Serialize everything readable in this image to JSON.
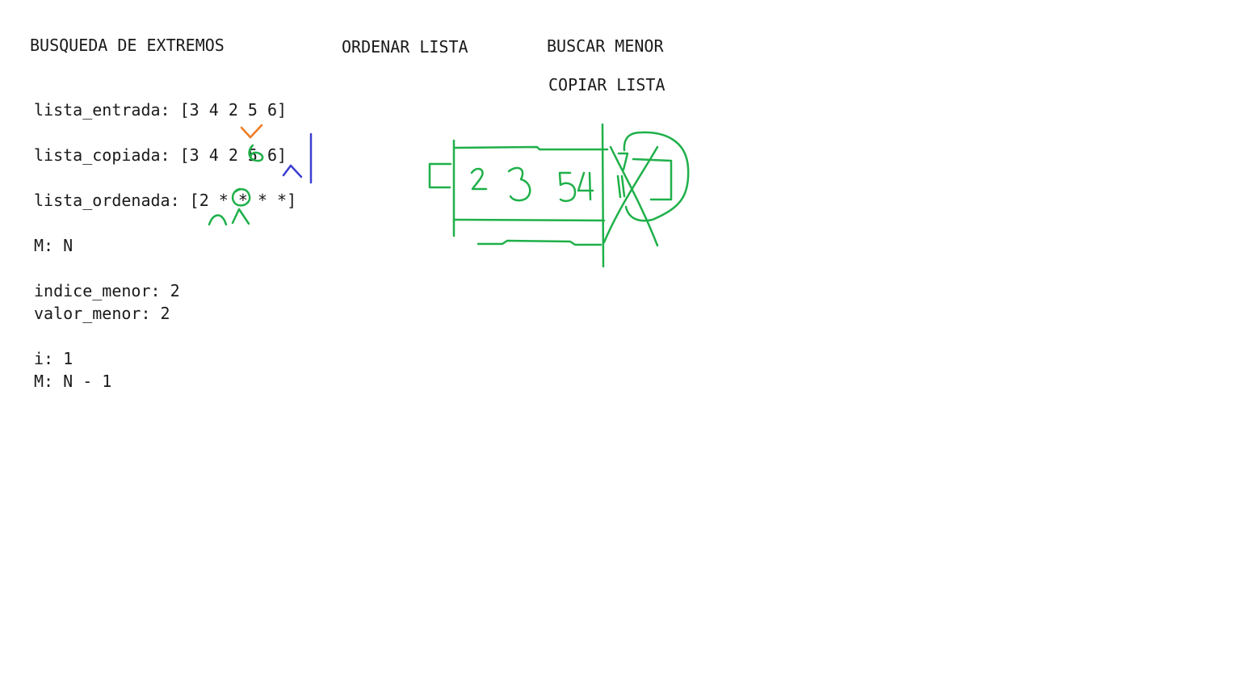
{
  "headings": {
    "title": "BUSQUEDA DE EXTREMOS",
    "ordenar": "ORDENAR LISTA",
    "buscar": "BUSCAR MENOR",
    "copiar": "COPIAR LISTA"
  },
  "vars": {
    "lista_entrada": "lista_entrada: [3 4 2 5 6]",
    "lista_copiada": "lista_copiada: [3 4 2 5 6]",
    "lista_ordenada": "lista_ordenada: [2 * * * *]",
    "m1": "M: N",
    "indice_menor": "indice_menor: 2",
    "valor_menor": "valor_menor: 2",
    "i": "i: 1",
    "m2": "M: N - 1"
  },
  "colors": {
    "green": "#1fb04a",
    "orange": "#f07a22",
    "blue": "#3b3fd1"
  }
}
